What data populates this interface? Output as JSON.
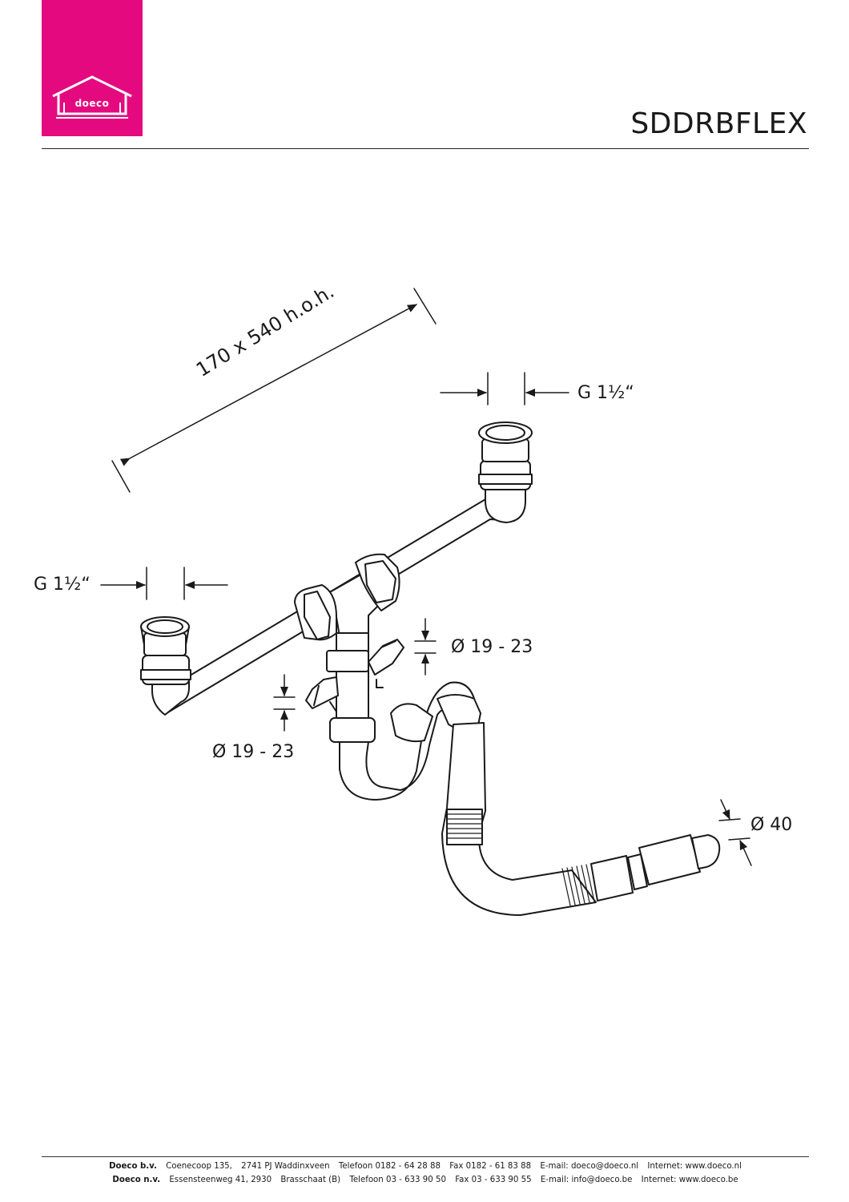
{
  "brand": {
    "name": "doeco",
    "color": "#e5097f"
  },
  "header": {
    "product_code": "SDDRBFLEX"
  },
  "dimensions": {
    "spacing": "170 x 540 h.o.h.",
    "thread_right": "G 1½“",
    "thread_left": "G 1½“",
    "hose_right": "Ø 19 - 23",
    "hose_left": "Ø 19 - 23",
    "outlet": "Ø 40"
  },
  "footer": {
    "nl": {
      "company": "Doeco b.v.",
      "address": "Coenecoop 135,",
      "city": "2741 PJ Waddinxveen",
      "phone": "Telefoon 0182 - 64 28 88",
      "fax": "Fax 0182 - 61 83 88",
      "email": "E-mail: doeco@doeco.nl",
      "web": "Internet: www.doeco.nl"
    },
    "be": {
      "company": "Doeco n.v.",
      "address": "Essensteenweg 41, 2930",
      "city": "Brasschaat (B)",
      "phone": "Telefoon 03 - 633 90 50",
      "fax": "Fax 03 - 633 90 55",
      "email": "E-mail: info@doeco.be",
      "web": "Internet: www.doeco.be"
    }
  }
}
